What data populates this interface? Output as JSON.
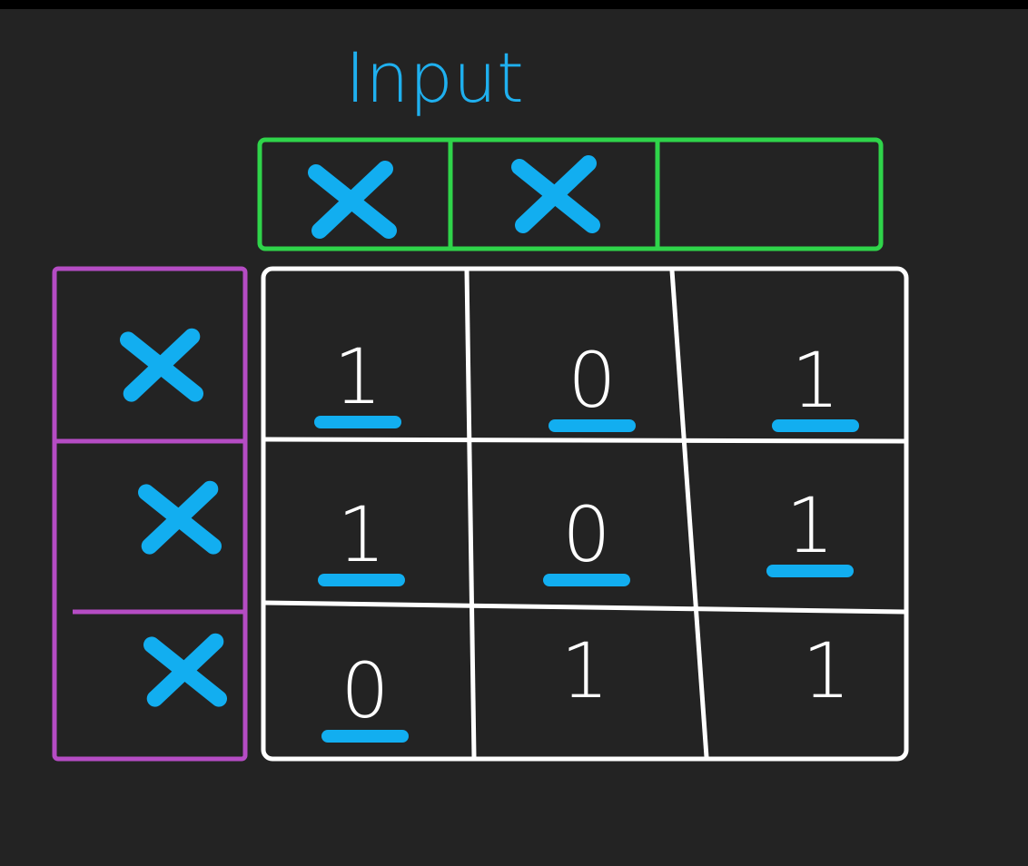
{
  "colors": {
    "background": "#232323",
    "top_bar": "#000000",
    "title": "#1fb0ef",
    "input_row_border": "#2fd44a",
    "input_col_border": "#b54cc4",
    "grid_border": "#ffffff",
    "marker": "#12aef0",
    "cell_text": "#ffffff"
  },
  "title": "Input",
  "input_row": {
    "cells": [
      "X",
      "X",
      ""
    ]
  },
  "input_column": {
    "cells": [
      "X",
      "X",
      "X"
    ]
  },
  "matrix": {
    "rows": [
      [
        "1",
        "0",
        "1"
      ],
      [
        "1",
        "0",
        "1"
      ],
      [
        "0",
        "1",
        "1"
      ]
    ],
    "underlined": [
      [
        true,
        true,
        true
      ],
      [
        true,
        true,
        true
      ],
      [
        true,
        false,
        false
      ]
    ]
  },
  "icons": {
    "input_mark": "x-mark-icon"
  }
}
